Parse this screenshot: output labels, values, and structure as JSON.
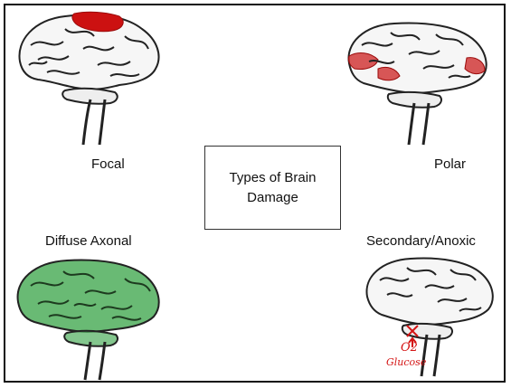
{
  "title_box": {
    "line1": "Types of Brain",
    "line2": "Damage"
  },
  "labels": {
    "focal": "Focal",
    "polar": "Polar",
    "diffuse": "Diffuse Axonal",
    "secondary": "Secondary/Anoxic"
  },
  "annotations": {
    "oxygen": "O2",
    "glucose": "Glucose"
  },
  "colors": {
    "focal_damage": "#cc1111",
    "polar_damage": "#cc2020",
    "diffuse_damage": "#4fae5c",
    "annotation": "#d41414"
  }
}
